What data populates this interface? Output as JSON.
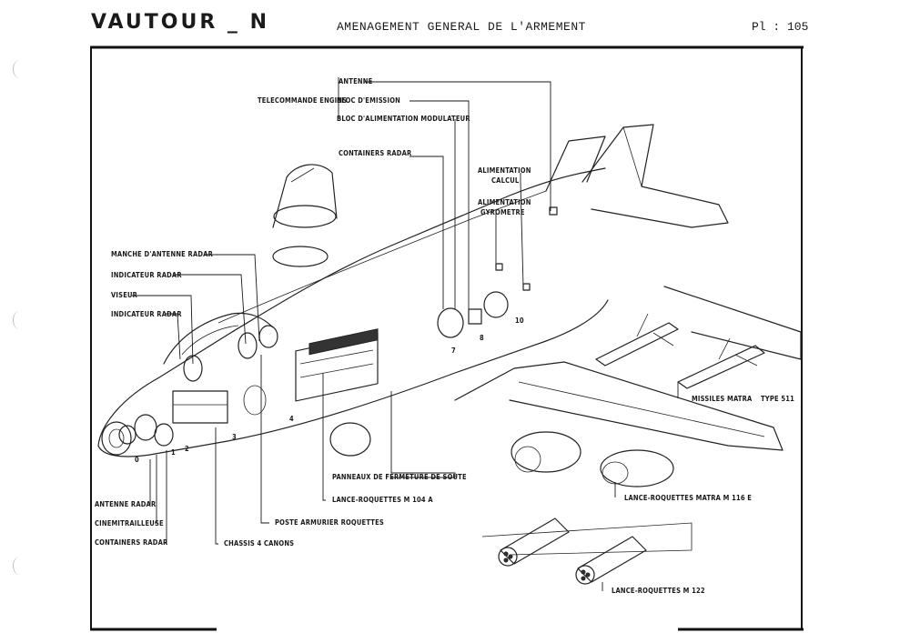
{
  "header": {
    "title": "VAUTOUR _ N",
    "subtitle": "AMENAGEMENT GENERAL DE L'ARMEMENT",
    "page": "Pl : 105"
  },
  "labels": {
    "antenne": "ANTENNE",
    "telecommande": "TELECOMMANDE ENGINS",
    "bloc_emission": "BLOC D'EMISSION",
    "bloc_alim": "BLOC D'ALIMENTATION MODULATEUR",
    "containers_radar_top": "CONTAINERS RADAR",
    "alim_calcul_1": "ALIMENTATION",
    "alim_calcul_2": "CALCUL",
    "alim_gyro_1": "ALIMENTATION",
    "alim_gyro_2": "GYROMETRE",
    "manche": "MANCHE D'ANTENNE RADAR",
    "indicateur_1": "INDICATEUR RADAR",
    "viseur": "VISEUR",
    "indicateur_2": "INDICATEUR RADAR",
    "missiles_a": "MISSILES MATRA",
    "missiles_b": "TYPE 511",
    "panneaux": "PANNEAUX DE FERMETURE DE SOUTE",
    "lance_104": "LANCE-ROQUETTES M 104 A",
    "poste": "POSTE ARMURIER ROQUETTES",
    "chassis": "CHASSIS 4 CANONS",
    "antenne_radar": "ANTENNE RADAR",
    "cinemitrailleuse": "CINEMITRAILLEUSE",
    "containers_radar_bottom": "CONTAINERS RADAR",
    "lance_116": "LANCE-ROQUETTES MATRA M 116 E",
    "lance_122": "LANCE-ROQUETTES M 122"
  },
  "station_numbers": [
    "0",
    "1",
    "2",
    "3",
    "4",
    "7",
    "8",
    "10"
  ]
}
